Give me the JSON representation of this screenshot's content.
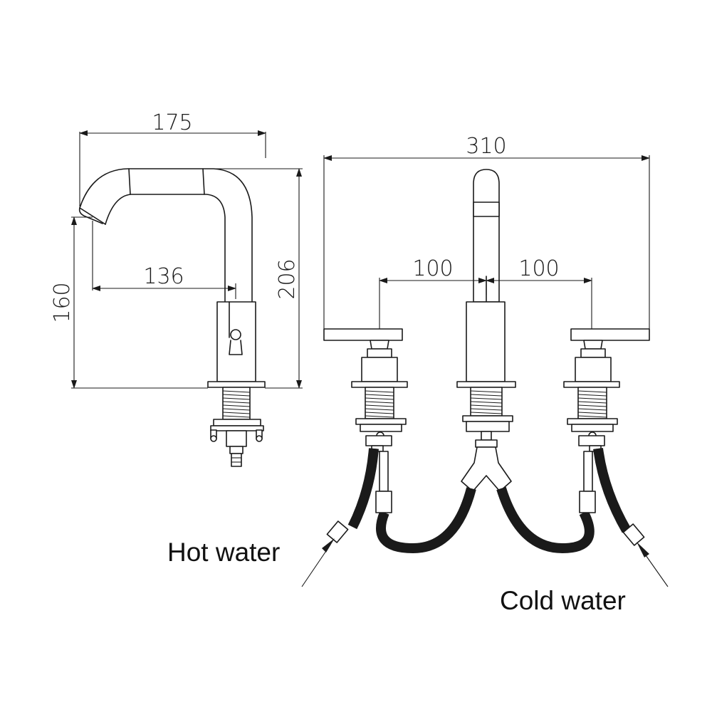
{
  "dimensions": {
    "side_width": "175",
    "spout_reach": "136",
    "spout_height": "160",
    "total_height": "206",
    "overall_width": "310",
    "centre_left": "100",
    "centre_right": "100"
  },
  "labels": {
    "hot": "Hot water",
    "cold": "Cold water"
  }
}
